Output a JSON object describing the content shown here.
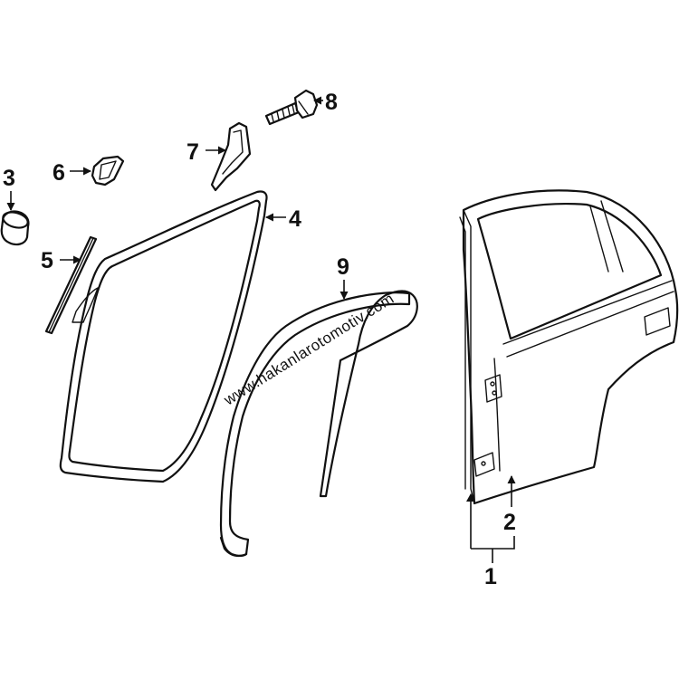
{
  "callouts": {
    "c1": "1",
    "c2": "2",
    "c3": "3",
    "c4": "4",
    "c5": "5",
    "c6": "6",
    "c7": "7",
    "c8": "8",
    "c9": "9"
  },
  "watermark": "www.hakanlarotomotiv.com"
}
